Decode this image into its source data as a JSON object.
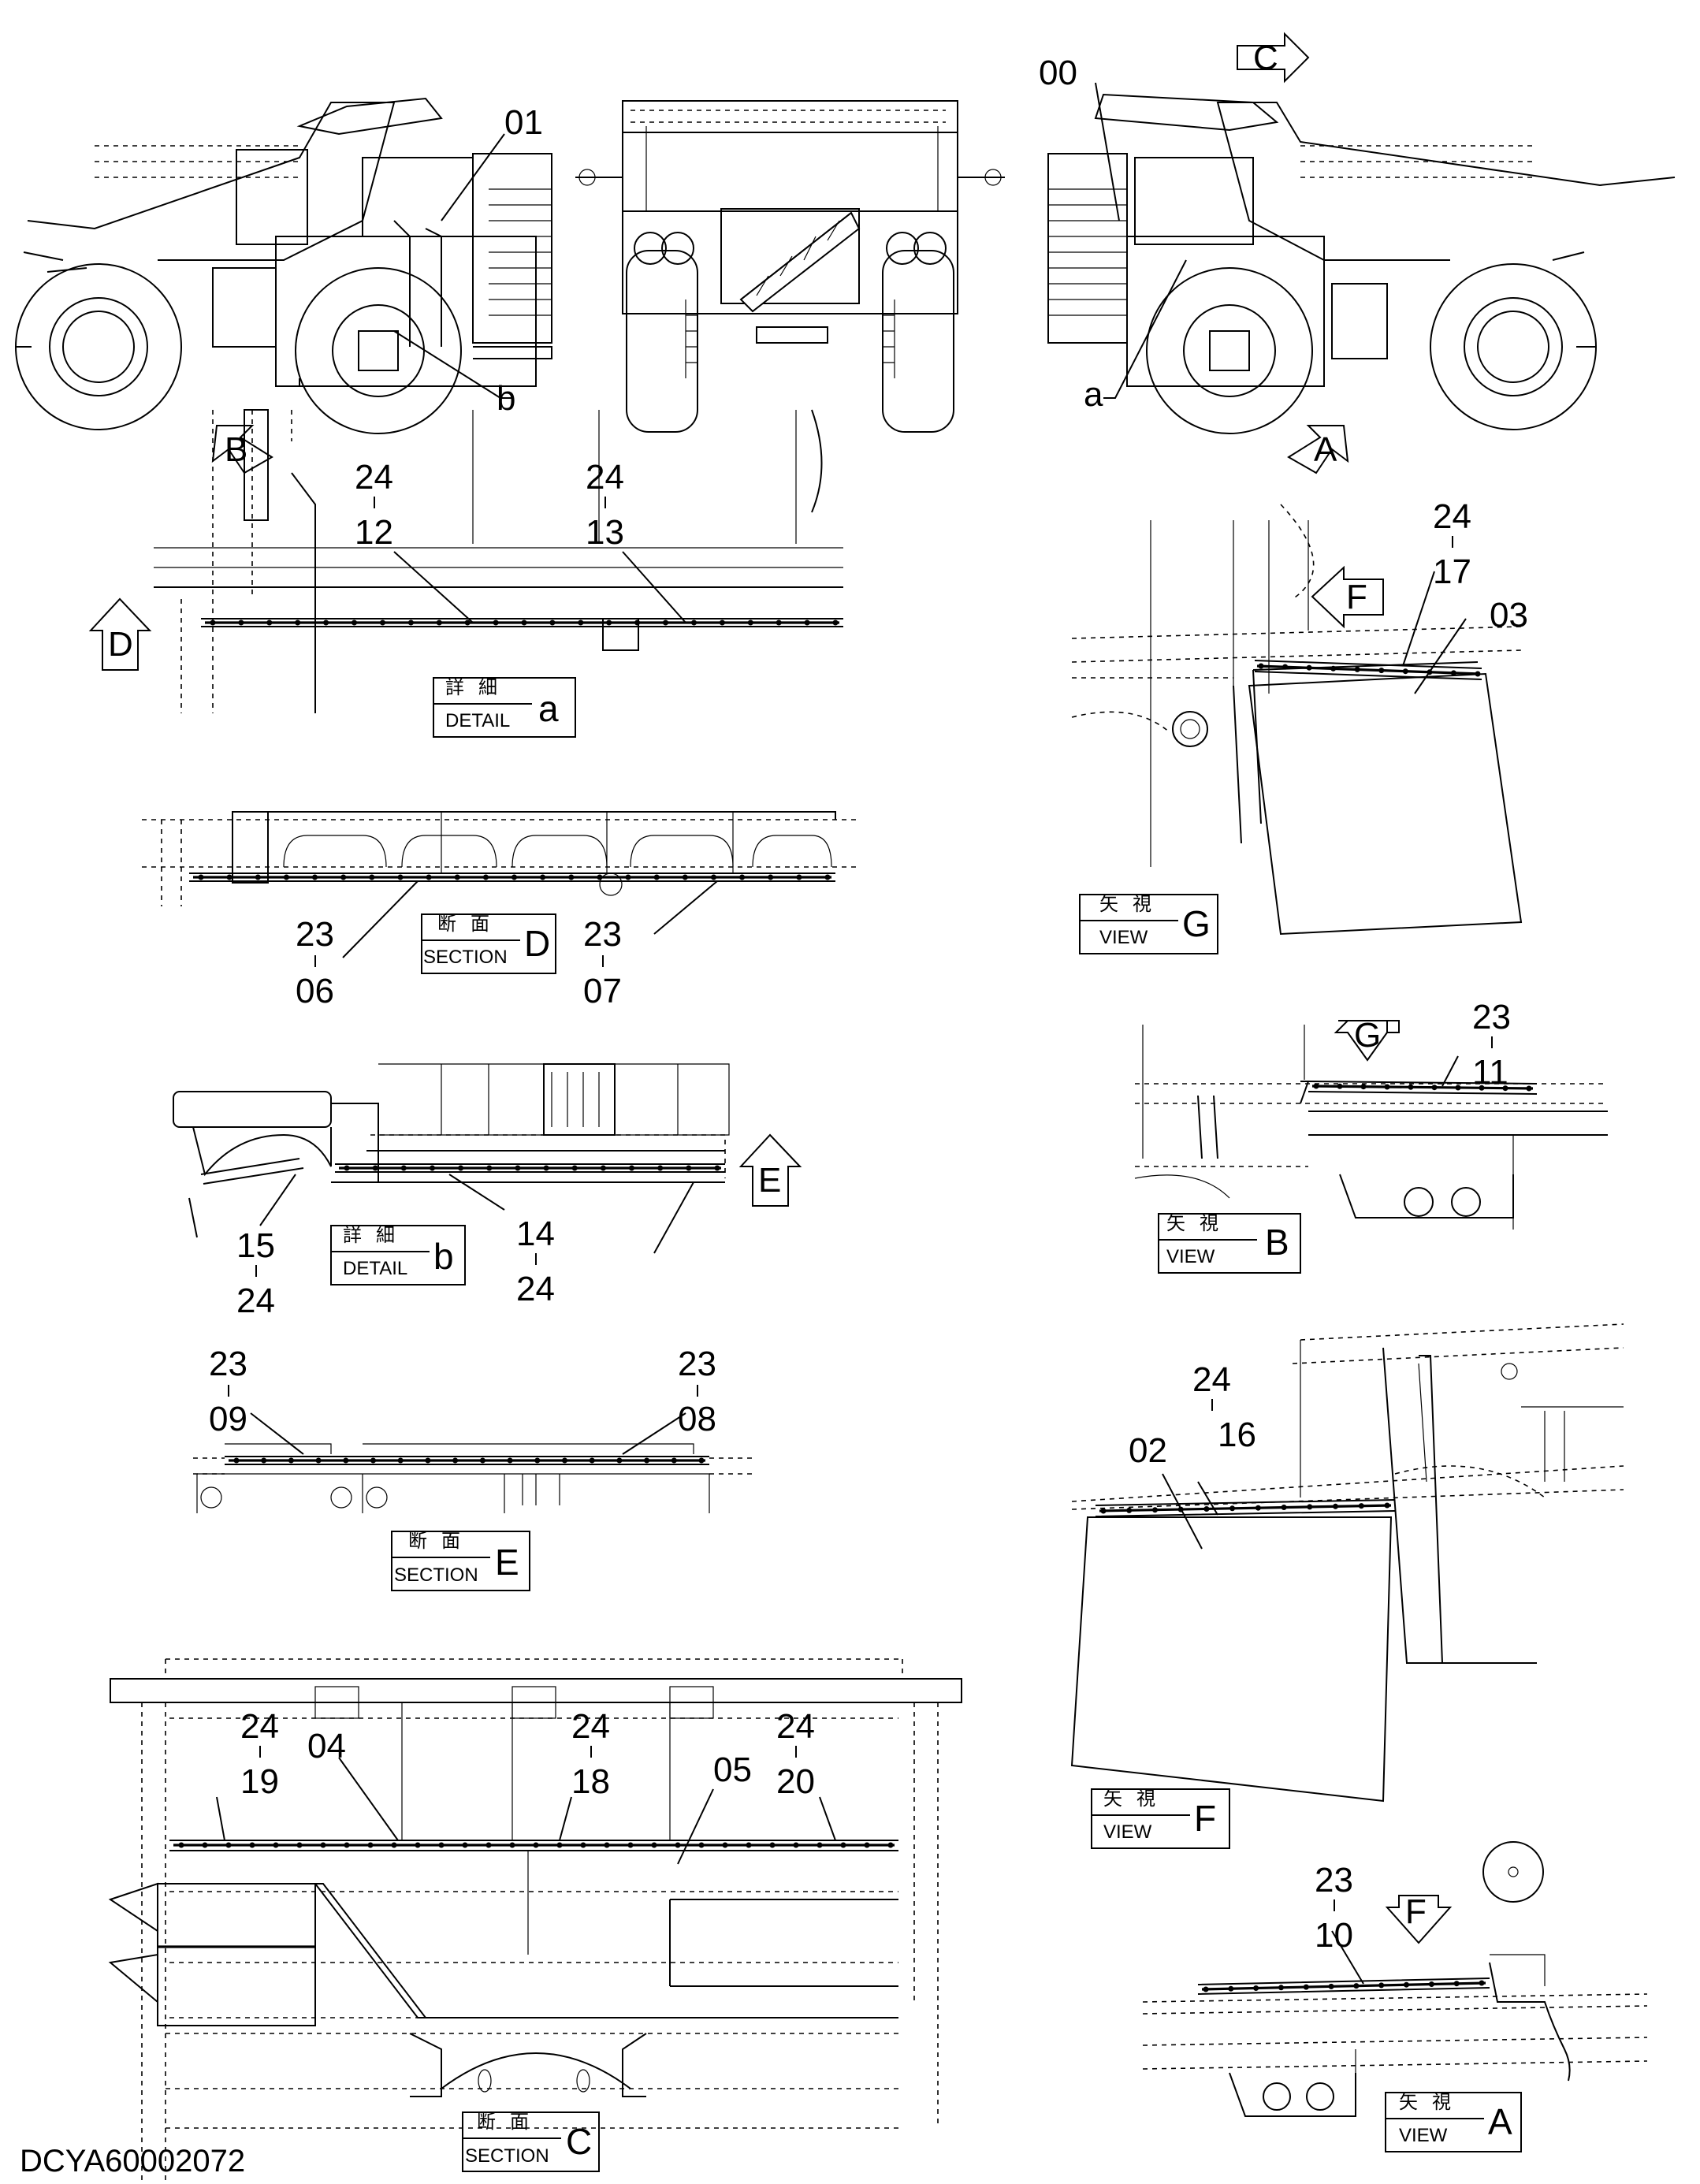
{
  "drawing_code": "DCYA60002072",
  "top_callouts": {
    "c_01": "01",
    "c_00": "00",
    "c_a": "a",
    "c_b": "b"
  },
  "view_arrows": {
    "A": "A",
    "B": "B",
    "C": "C",
    "D": "D",
    "E": "E",
    "F": "F",
    "F2": "F",
    "G": "G"
  },
  "detail_a": {
    "jp": "詳細",
    "en": "DETAIL",
    "letter": "a",
    "callouts": [
      {
        "top": "24",
        "bottom": "12"
      },
      {
        "top": "24",
        "bottom": "13"
      }
    ]
  },
  "section_d": {
    "jp": "断面",
    "en": "SECTION",
    "letter": "D",
    "callouts": [
      {
        "top": "23",
        "bottom": "06"
      },
      {
        "top": "23",
        "bottom": "07"
      }
    ]
  },
  "detail_b": {
    "jp": "詳細",
    "en": "DETAIL",
    "letter": "b",
    "callouts": [
      {
        "top": "15",
        "bottom": "24"
      },
      {
        "top": "14",
        "bottom": "24"
      }
    ]
  },
  "section_e": {
    "jp": "断面",
    "en": "SECTION",
    "letter": "E",
    "callouts": [
      {
        "top": "23",
        "bottom": "09"
      },
      {
        "top": "23",
        "bottom": "08"
      }
    ]
  },
  "section_c": {
    "jp": "断面",
    "en": "SECTION",
    "letter": "C",
    "part_labels": [
      "04",
      "05"
    ],
    "callouts": [
      {
        "top": "24",
        "bottom": "19"
      },
      {
        "top": "24",
        "bottom": "18"
      },
      {
        "top": "24",
        "bottom": "20"
      }
    ]
  },
  "view_g": {
    "jp": "矢視",
    "en": "VIEW",
    "letter": "G",
    "part_label": "03",
    "callouts": [
      {
        "top": "24",
        "bottom": "17"
      }
    ]
  },
  "view_b": {
    "jp": "矢視",
    "en": "VIEW",
    "letter": "B",
    "callouts": [
      {
        "top": "23",
        "bottom": "11"
      }
    ]
  },
  "view_f": {
    "jp": "矢視",
    "en": "VIEW",
    "letter": "F",
    "part_label": "02",
    "callouts": [
      {
        "top": "24",
        "bottom": "16"
      }
    ]
  },
  "view_a": {
    "jp": "矢視",
    "en": "VIEW",
    "letter": "A",
    "callouts": [
      {
        "top": "23",
        "bottom": "10"
      }
    ]
  }
}
